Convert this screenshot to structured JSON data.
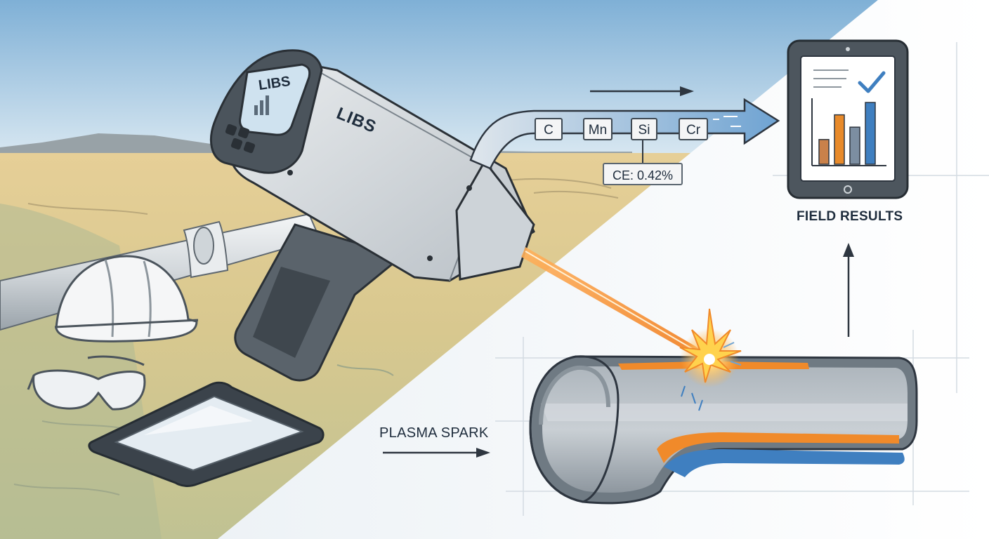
{
  "device": {
    "screen_label": "LIBS",
    "body_label": "LIBS"
  },
  "elements": [
    {
      "symbol": "C"
    },
    {
      "symbol": "Mn"
    },
    {
      "symbol": "Si"
    },
    {
      "symbol": "Cr"
    }
  ],
  "carbon_equivalent": {
    "label": "CE: 0.42%"
  },
  "results": {
    "label": "FIELD RESULTS"
  },
  "plasma": {
    "label": "PLASMA SPARK"
  },
  "chart_bars": {
    "values": [
      2,
      4,
      3,
      5
    ],
    "colors": [
      "#c9814a",
      "#e88a2a",
      "#7c8ea1",
      "#3f7fc0"
    ]
  },
  "colors": {
    "sky": "#8fb8d8",
    "laser": "#f28a2e",
    "accent_blue": "#3f7fc0",
    "outline": "#2e3640"
  }
}
